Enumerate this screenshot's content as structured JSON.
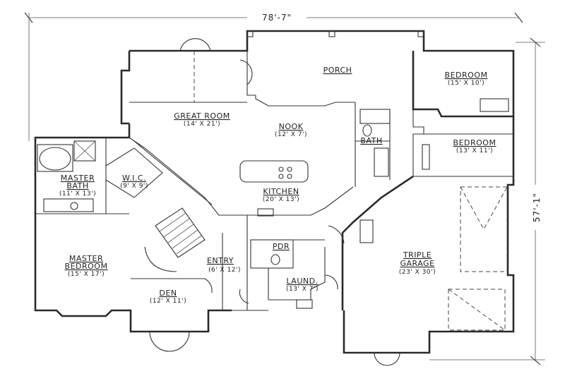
{
  "overall_dimensions": {
    "width": "78'-7\"",
    "depth": "57'-1\""
  },
  "rooms": {
    "porch": {
      "name": "PORCH",
      "size": ""
    },
    "bedroom_1": {
      "name": "BEDROOM",
      "size": "(15' X 10')"
    },
    "bedroom_2": {
      "name": "BEDROOM",
      "size": "(13' X 11')"
    },
    "great_room": {
      "name": "GREAT ROOM",
      "size": "(14' X 21')"
    },
    "nook": {
      "name": "NOOK",
      "size": "(12' X 7')"
    },
    "bath": {
      "name": "BATH",
      "size": ""
    },
    "kitchen": {
      "name": "KITCHEN",
      "size": "(20' X 13')"
    },
    "master_bath": {
      "name_line1": "MASTER",
      "name_line2": "BATH",
      "size": "(11' X 13')"
    },
    "wic": {
      "name": "W.I.C.",
      "size": "(9' X 9')"
    },
    "master_bedroom": {
      "name_line1": "MASTER",
      "name_line2": "BEDROOM",
      "size": "(15' X 17')"
    },
    "entry": {
      "name": "ENTRY",
      "size": "(6' X 12')"
    },
    "pdr": {
      "name": "PDR",
      "size": ""
    },
    "laundry": {
      "name": "LAUND.",
      "size": "(13' X 7')"
    },
    "den": {
      "name": "DEN",
      "size": "(12' X 11')"
    },
    "garage": {
      "name_line1": "TRIPLE",
      "name_line2": "GARAGE",
      "size": "(23' X 30')"
    }
  }
}
